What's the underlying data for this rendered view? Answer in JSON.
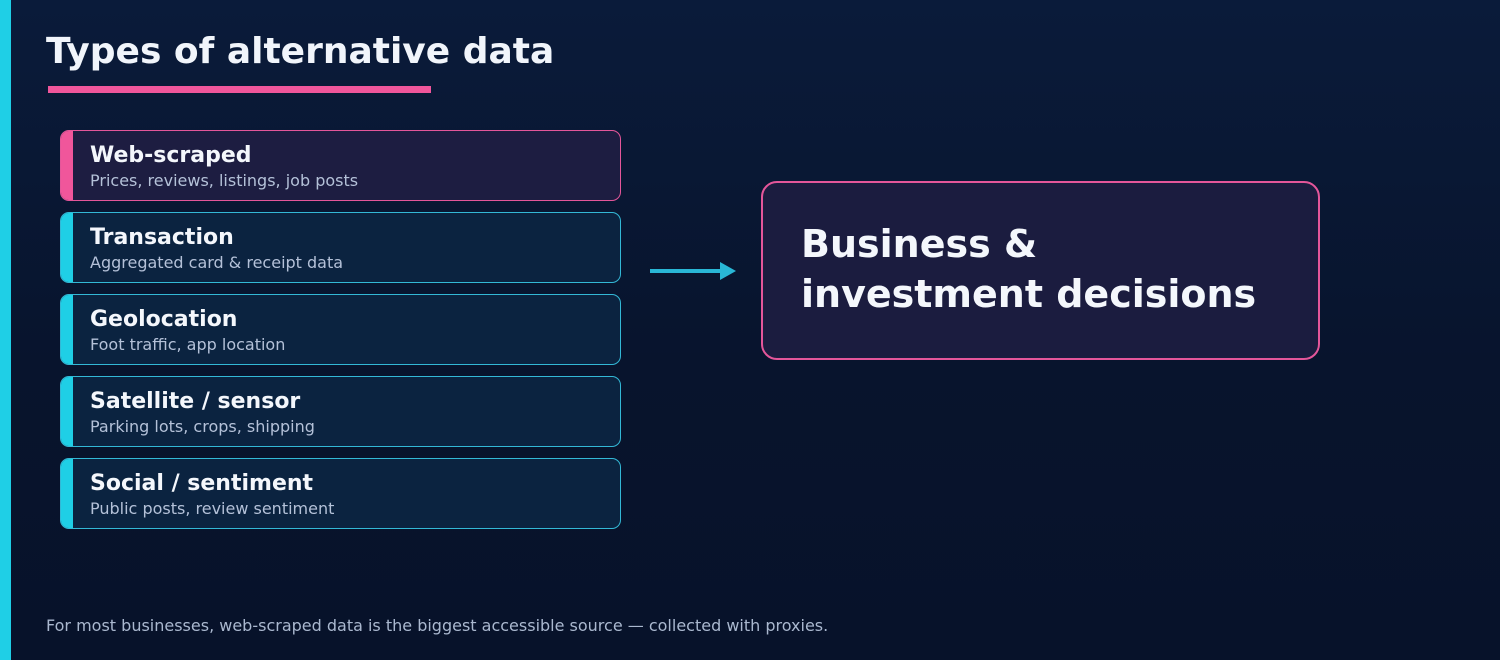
{
  "title": "Types of alternative data",
  "data_types": [
    {
      "name": "Web-scraped",
      "description": "Prices, reviews, listings, job posts",
      "highlighted": true
    },
    {
      "name": "Transaction",
      "description": "Aggregated card & receipt data",
      "highlighted": false
    },
    {
      "name": "Geolocation",
      "description": "Foot traffic, app location",
      "highlighted": false
    },
    {
      "name": "Satellite / sensor",
      "description": "Parking lots, crops, shipping",
      "highlighted": false
    },
    {
      "name": "Social / sentiment",
      "description": "Public posts, review sentiment",
      "highlighted": false
    }
  ],
  "outcome": {
    "line1": "Business &",
    "line2": "investment decisions"
  },
  "footnote": "For most businesses, web-scraped data is the biggest accessible source — collected with proxies.",
  "colors": {
    "background": "#0a1b3a",
    "cyan_accent": "#1fcfe6",
    "pink_accent": "#f0569b",
    "text_primary": "#f1f5fb",
    "text_secondary": "#b4c1d8"
  },
  "icons": {
    "connector": "arrow-right-icon"
  }
}
